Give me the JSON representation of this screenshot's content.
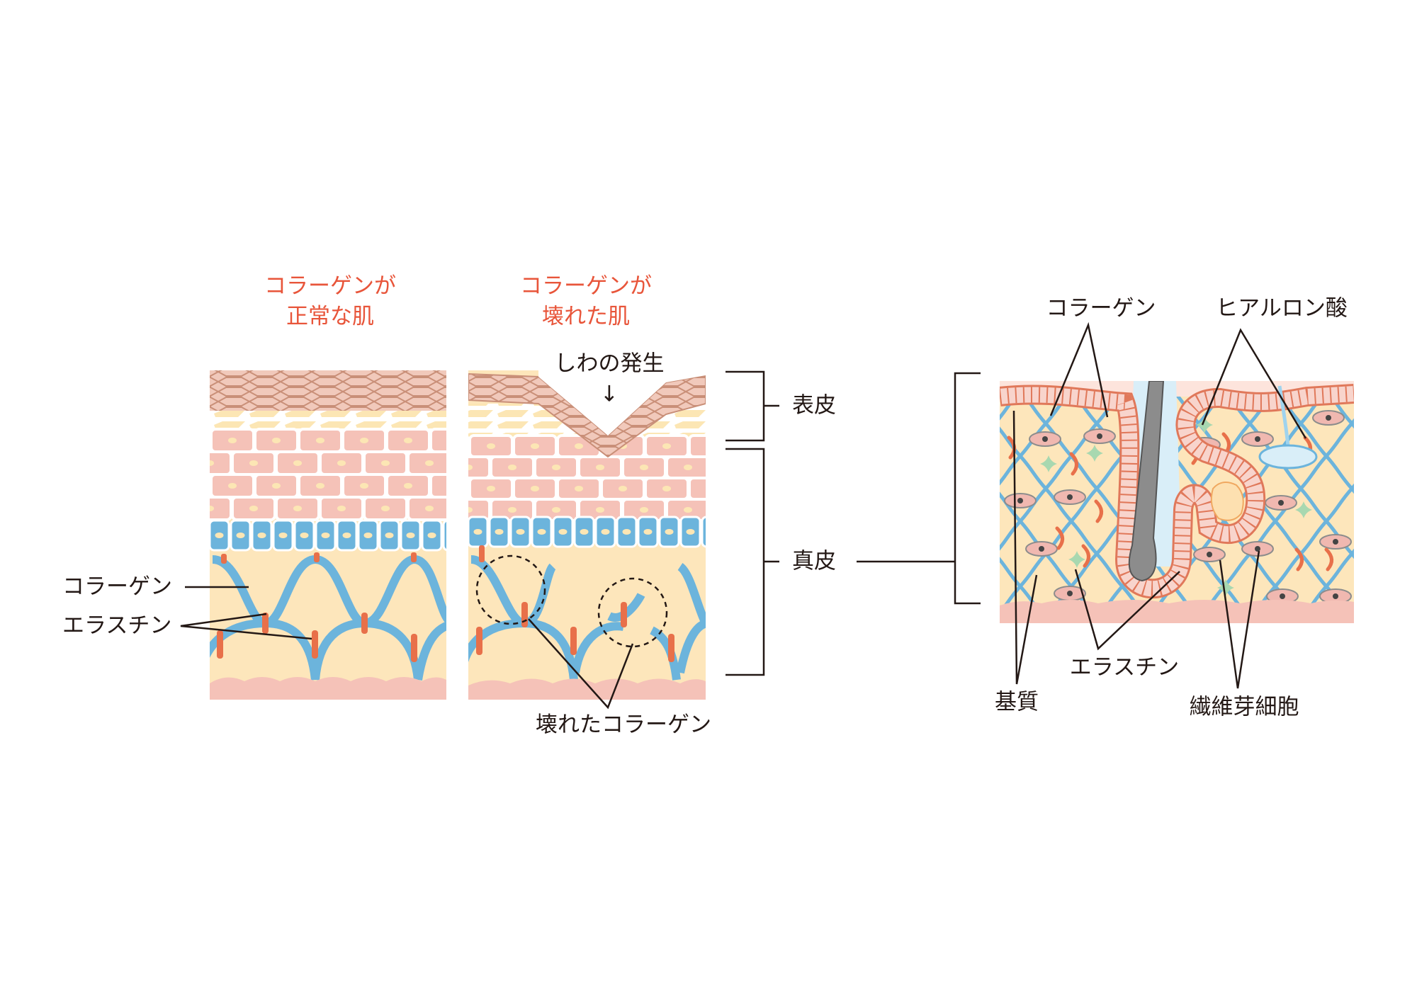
{
  "titles": {
    "normal": {
      "line1": "コラーゲンが",
      "line2": "正常な肌"
    },
    "damaged": {
      "line1": "コラーゲンが",
      "line2": "壊れた肌"
    }
  },
  "left_labels": {
    "collagen": "コラーゲン",
    "elastin": "エラスチン",
    "wrinkle": "しわの発生",
    "wrinkle_arrow": "↓",
    "broken_collagen": "壊れたコラーゲン",
    "epidermis": "表皮",
    "dermis": "真皮"
  },
  "right_labels": {
    "collagen": "コラーゲン",
    "hyaluronic_acid": "ヒアルロン酸",
    "elastin": "エラスチン",
    "matrix": "基質",
    "fibroblast": "繊維芽細胞"
  },
  "colors": {
    "title": "#e8553a",
    "collagen": "#6cb4dc",
    "elastin": "#e8704a",
    "dermis": "#fde6bb",
    "spinous": "#f5c2b8",
    "corneum": "#f1c9bb"
  }
}
